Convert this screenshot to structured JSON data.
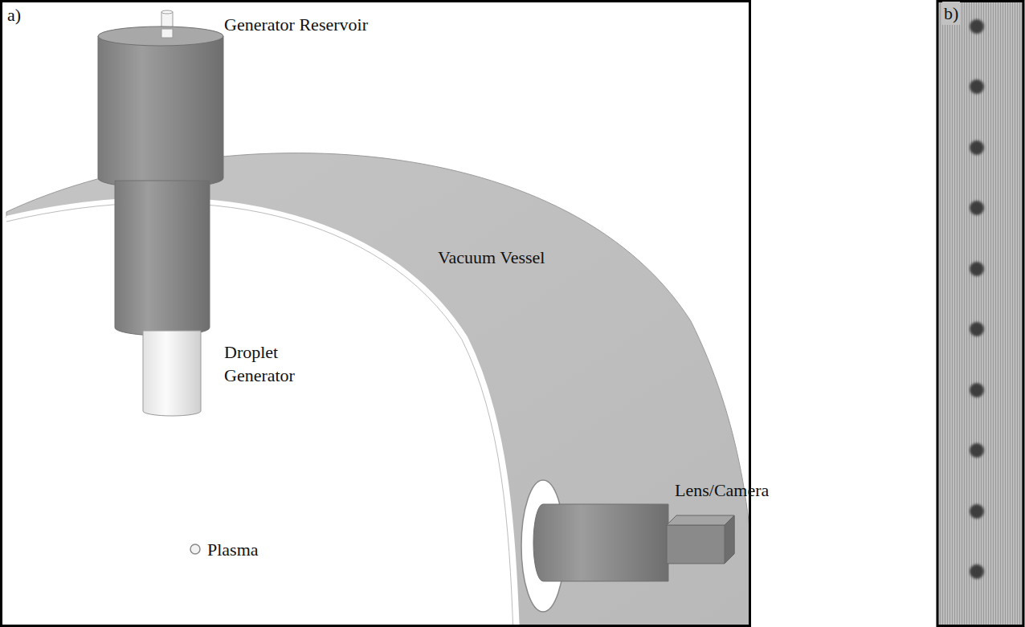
{
  "diagram": {
    "labels": [
      "a)",
      "Generator Reservoir",
      "Vacuum Vessel",
      "Droplet Generator",
      "Lens/Camera",
      "Plasma",
      "b)"
    ]
  }
}
